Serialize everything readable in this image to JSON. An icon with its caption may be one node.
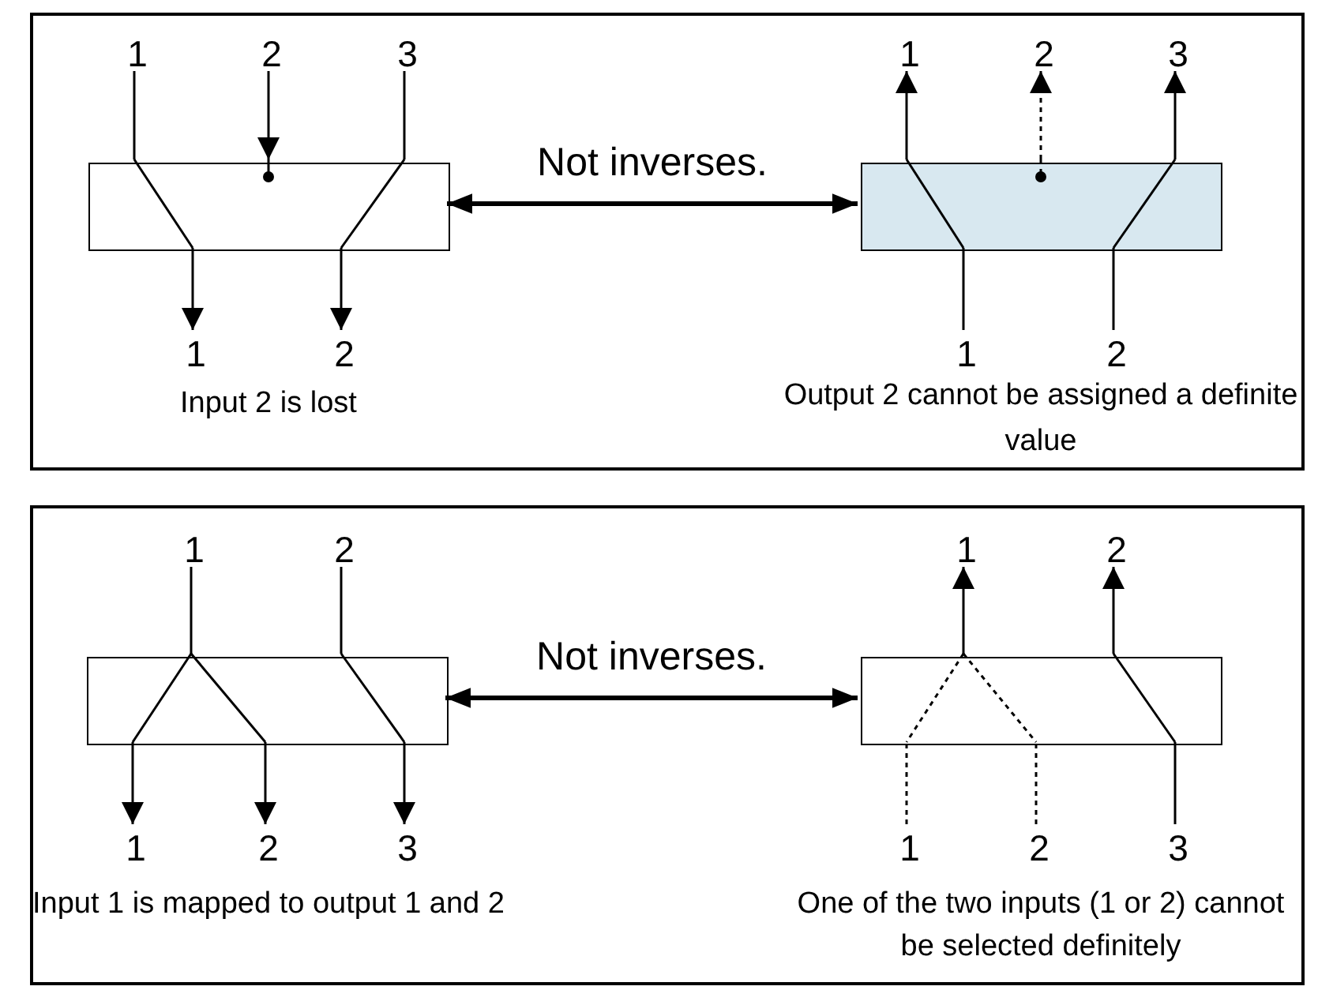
{
  "diagram": {
    "nodes": [
      {
        "text": [],
        "shape": "box"
      },
      {
        "text": [],
        "shape": "box",
        "in": 0
      },
      {
        "text": [
          "1"
        ],
        "in": 0
      },
      {
        "text": [
          "2"
        ],
        "in": 0
      },
      {
        "text": [
          "3"
        ],
        "in": 0
      },
      {
        "text": [
          "1"
        ],
        "in": 0
      },
      {
        "text": [
          "2"
        ],
        "in": 0
      },
      {
        "text": [],
        "shape": "box",
        "in": 0
      },
      {
        "text": [
          "1"
        ],
        "in": 0
      },
      {
        "text": [
          "2"
        ],
        "in": 0
      },
      {
        "text": [
          "3"
        ],
        "in": 0
      },
      {
        "text": [
          "1"
        ],
        "in": 0
      },
      {
        "text": [
          "2"
        ],
        "in": 0
      },
      {
        "text": [],
        "shape": "box"
      },
      {
        "text": [],
        "shape": "box",
        "in": 13
      },
      {
        "text": [
          "1"
        ],
        "in": 13
      },
      {
        "text": [
          "2"
        ],
        "in": 13
      },
      {
        "text": [
          "1"
        ],
        "in": 13
      },
      {
        "text": [
          "2"
        ],
        "in": 13
      },
      {
        "text": [
          "3"
        ],
        "in": 13
      },
      {
        "text": [],
        "shape": "box",
        "in": 13
      },
      {
        "text": [
          "1"
        ],
        "in": 13
      },
      {
        "text": [
          "2"
        ],
        "in": 13
      },
      {
        "text": [
          "1"
        ],
        "in": 13
      },
      {
        "text": [
          "2"
        ],
        "in": 13
      },
      {
        "text": [
          "3"
        ],
        "in": 13
      }
    ],
    "edges": [
      {
        "from": 2,
        "to": 1,
        "arrow": "none"
      },
      {
        "from": 3,
        "to": 1,
        "arrow": "to"
      },
      {
        "from": 4,
        "to": 1,
        "arrow": "none"
      },
      {
        "from": 1,
        "to": 5,
        "arrow": "to"
      },
      {
        "from": 1,
        "to": 6,
        "arrow": "to"
      },
      {
        "from": 1,
        "to": 7,
        "arrow": "both",
        "label": "Not inverses.",
        "style": "thick"
      },
      {
        "from": 7,
        "to": 8,
        "arrow": "to"
      },
      {
        "from": 7,
        "to": 9,
        "arrow": "to",
        "style": "dashed"
      },
      {
        "from": 7,
        "to": 10,
        "arrow": "to"
      },
      {
        "from": 11,
        "to": 7,
        "arrow": "none"
      },
      {
        "from": 12,
        "to": 7,
        "arrow": "none"
      },
      {
        "from": 15,
        "to": 14,
        "arrow": "none"
      },
      {
        "from": 16,
        "to": 14,
        "arrow": "none"
      },
      {
        "from": 14,
        "to": 17,
        "arrow": "to"
      },
      {
        "from": 14,
        "to": 18,
        "arrow": "to"
      },
      {
        "from": 14,
        "to": 19,
        "arrow": "to"
      },
      {
        "from": 14,
        "to": 20,
        "arrow": "both",
        "label": "Not inverses.",
        "style": "thick"
      },
      {
        "from": 20,
        "to": 21,
        "arrow": "to"
      },
      {
        "from": 20,
        "to": 22,
        "arrow": "to"
      },
      {
        "from": 23,
        "to": 20,
        "arrow": "none",
        "style": "dashed"
      },
      {
        "from": 24,
        "to": 20,
        "arrow": "none",
        "style": "dashed"
      },
      {
        "from": 25,
        "to": 20,
        "arrow": "none"
      }
    ],
    "labels": [
      "Input 2 is lost",
      "Output 2 cannot be assigned a definite value",
      "Input 1 is mapped to output 1 and 2",
      "One of the two inputs (1 or 2) cannot be selected definitely"
    ]
  }
}
